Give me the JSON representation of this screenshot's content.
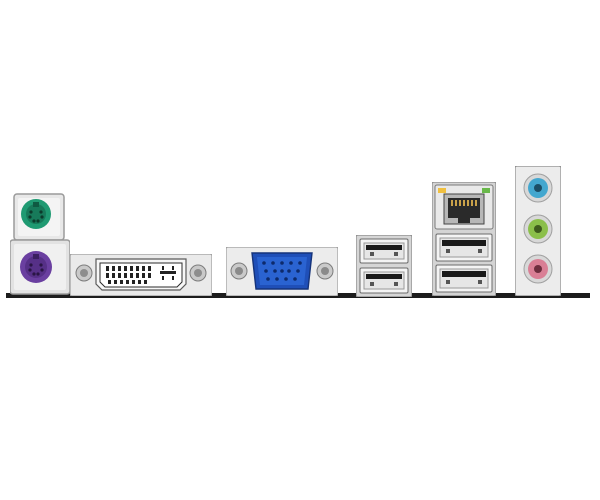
{
  "panel": {
    "colors": {
      "background": "#ffffff",
      "pcb": "#1c1c1c",
      "metal": "#d9d9d9",
      "ps2_mouse": "#1f9a72",
      "ps2_keyboard": "#6a3fa0",
      "vga": "#1f4fb8",
      "audio_line_in": "#43a7cf",
      "audio_line_out": "#8bbf4a",
      "audio_mic": "#d97f95",
      "usb_insert": "#1a1a1a"
    },
    "ports": [
      {
        "id": "ps2-mouse",
        "icon": "ps2-port",
        "color": "#1f9a72"
      },
      {
        "id": "ps2-keyboard",
        "icon": "ps2-port",
        "color": "#6a3fa0"
      },
      {
        "id": "dvi",
        "icon": "dvi-port"
      },
      {
        "id": "vga",
        "icon": "vga-port",
        "color": "#1f4fb8"
      },
      {
        "id": "usb-stack-1",
        "icon": "usb-port",
        "count": 2
      },
      {
        "id": "lan",
        "icon": "ethernet-port"
      },
      {
        "id": "usb-stack-2",
        "icon": "usb-port",
        "count": 2
      },
      {
        "id": "audio-jacks",
        "icon": "audio-jack",
        "count": 3
      }
    ]
  }
}
